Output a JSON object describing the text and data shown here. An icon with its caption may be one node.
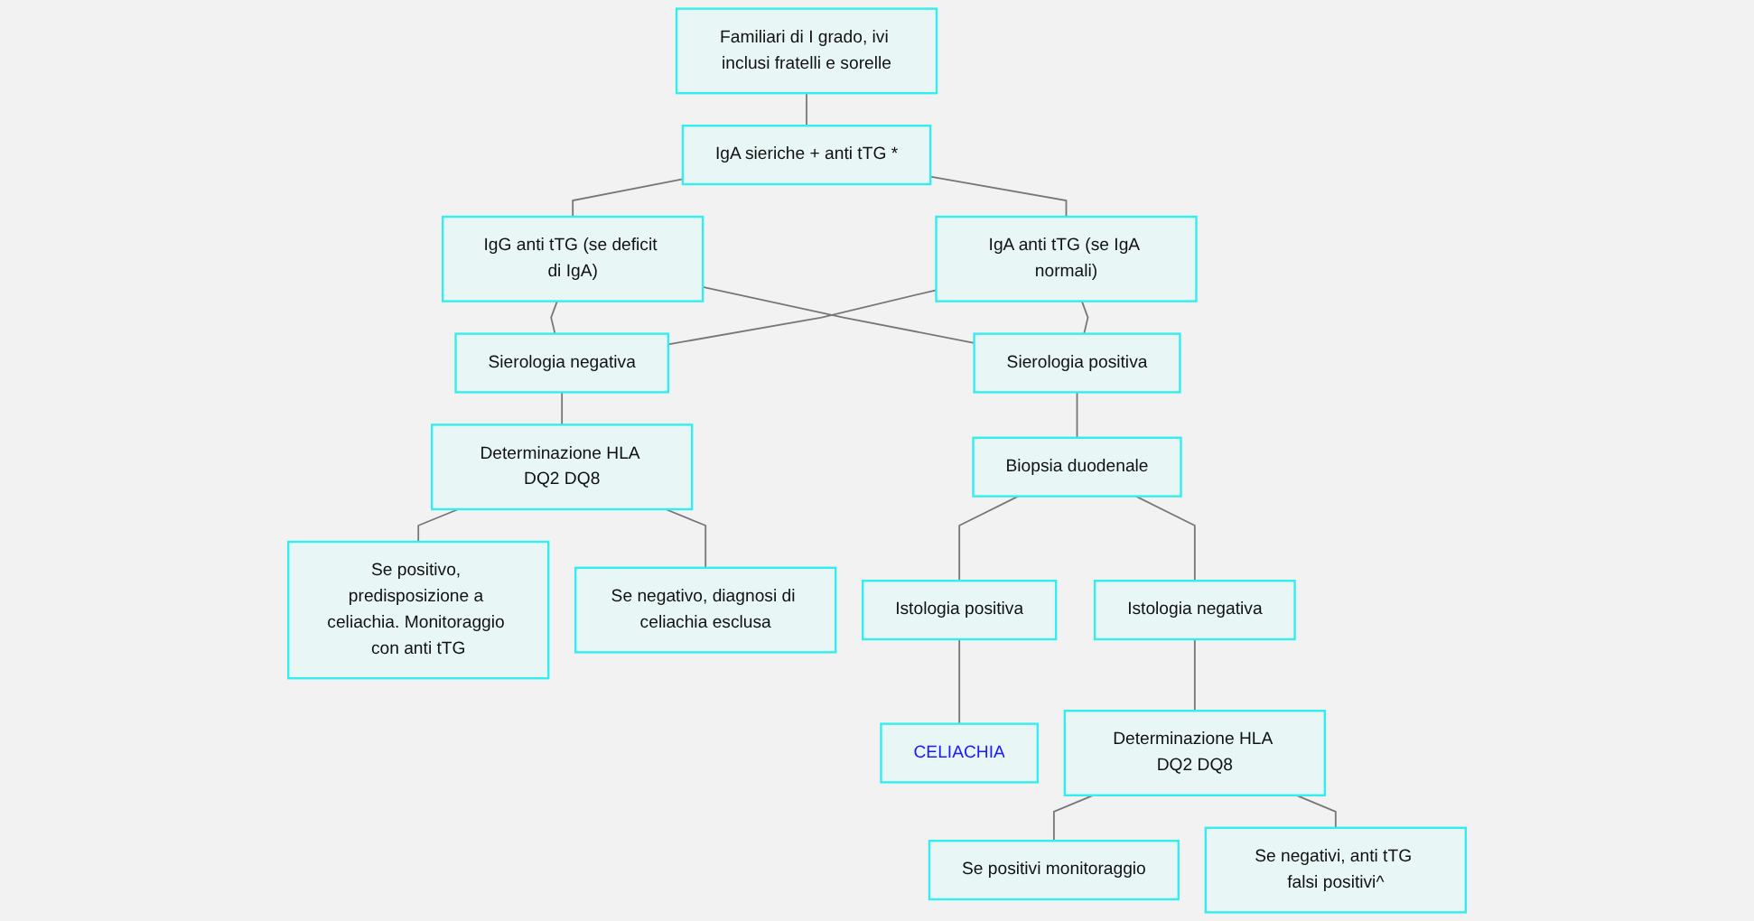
{
  "diagram": {
    "nodes": [
      {
        "text": [
          "Familiari di I grado, ivi inclusi fratelli e sorelle"
        ]
      },
      {
        "text": [
          "IgA sieriche + anti tTG *"
        ]
      },
      {
        "text": [
          "IgG anti tTG (se deficit di IgA)"
        ]
      },
      {
        "text": [
          "IgA anti tTG (se IgA normali)"
        ]
      },
      {
        "text": [
          "Sierologia negativa"
        ]
      },
      {
        "text": [
          "Sierologia positiva"
        ]
      },
      {
        "text": [
          "Determinazione HLA DQ2 DQ8"
        ]
      },
      {
        "text": [
          "Biopsia duodenale"
        ]
      },
      {
        "text": [
          "Se positivo, predisposizione a celiachia. Monitoraggio con anti tTG"
        ]
      },
      {
        "text": [
          "Se negativo, diagnosi di celiachia esclusa"
        ]
      },
      {
        "text": [
          "Istologia positiva"
        ]
      },
      {
        "text": [
          "Istologia negativa"
        ]
      },
      {
        "text": [
          "CELIACHIA"
        ]
      },
      {
        "text": [
          "Determinazione HLA DQ2 DQ8"
        ]
      },
      {
        "text": [
          "Se positivi monitoraggio"
        ]
      },
      {
        "text": [
          "Se negativi, anti tTG falsi positivi^"
        ]
      }
    ],
    "edges": [
      {
        "from": 0,
        "to": 1,
        "arrow": "none"
      },
      {
        "from": 1,
        "to": 2,
        "arrow": "none"
      },
      {
        "from": 1,
        "to": 3,
        "arrow": "none"
      },
      {
        "from": 2,
        "to": 4,
        "arrow": "none"
      },
      {
        "from": 2,
        "to": 5,
        "arrow": "none"
      },
      {
        "from": 3,
        "to": 4,
        "arrow": "none"
      },
      {
        "from": 3,
        "to": 5,
        "arrow": "none"
      },
      {
        "from": 4,
        "to": 6,
        "arrow": "none"
      },
      {
        "from": 5,
        "to": 7,
        "arrow": "none"
      },
      {
        "from": 6,
        "to": 8,
        "arrow": "none"
      },
      {
        "from": 6,
        "to": 9,
        "arrow": "none"
      },
      {
        "from": 7,
        "to": 10,
        "arrow": "none"
      },
      {
        "from": 7,
        "to": 11,
        "arrow": "none"
      },
      {
        "from": 10,
        "to": 12,
        "arrow": "none"
      },
      {
        "from": 11,
        "to": 13,
        "arrow": "none"
      },
      {
        "from": 13,
        "to": 14,
        "arrow": "none"
      },
      {
        "from": 13,
        "to": 15,
        "arrow": "none"
      }
    ]
  }
}
